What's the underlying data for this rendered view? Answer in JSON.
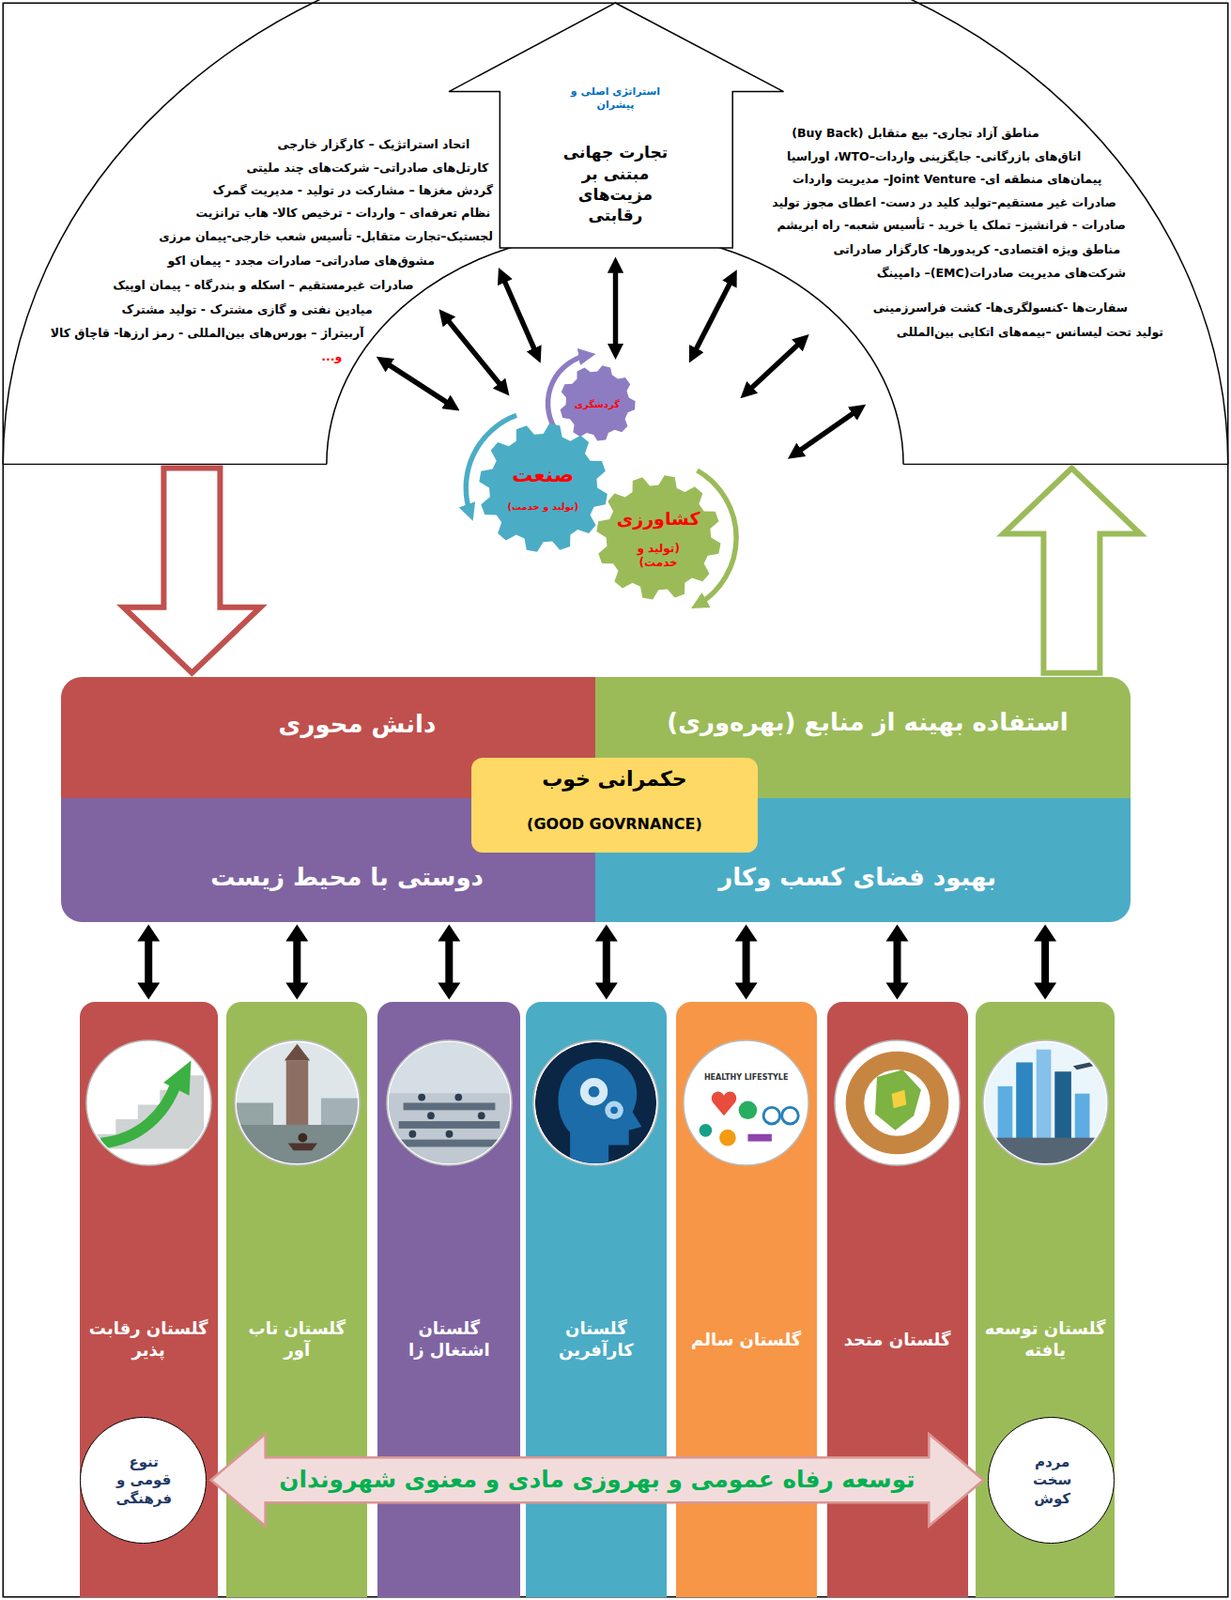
{
  "diagram": {
    "nodes": [
      {
        "text": [
          "مناطق آزاد تجاری- بیع متقابل (Buy Back)",
          "اتاق‌های بازرگانی- جایگزینی واردات–WTO، اوراسیا",
          "پیمان‌های منطقه ای- Joint Venture– مدیریت واردات",
          "صادرات غیر مستقیم–تولید کلید در دست- اعطای مجوز تولید",
          "صادرات - فرانشیز– تملک یا خرید - تأسیس شعبه- راه ابریشم",
          "مناطق ویژه اقتصادی- کریدورها- کارگزار صادراتی",
          "شرکت‌های مدیریت صادرات(EMC)– دامپینگ",
          "سفارت‌ها -کنسولگری‌ها- کشت فراسرزمینی",
          "تولید تحت لیسانس –بیمه‌های اتکایی بین‌المللی",
          "اتحاد استراتژیک – کارگزار خارجی",
          "کارتل‌های صادراتی– شرکت‌های چند ملیتی",
          "گردش مغزها – مشارکت در تولید - مدیریت گمرک",
          "نظام تعرفه‌ای – واردات - ترخیص کالا- هاب ترانزیت",
          "لجستیک–تجارت متقابل- تأسیس شعب خارجی-پیمان مرزی",
          "مشوق‌های صادراتی– صادرات مجدد - پیمان اکو",
          "صادرات غیرمستقیم – اسکله و بندرگاه - پیمان اوپیک",
          "میادین نفتی و گازی مشترک - تولید مشترک",
          "آربیتراژ – بورس‌های بین‌المللی - رمز ارزها- قاچاق کالا",
          "و..."
        ]
      },
      {
        "text": [
          "استراتژی اصلی و پیشران",
          "تجارت جهانی مبتنی بر مزیت‌های رقابتی"
        ],
        "in": 0
      },
      {
        "text": [
          "گردشگری"
        ]
      },
      {
        "text": [
          "صنعت",
          "(تولید و خدمت)"
        ]
      },
      {
        "text": [
          "کشاورزی",
          "(تولید و خدمت)"
        ]
      },
      {
        "text": [
          "استفاده بهینه از منابع (بهره‌وری)"
        ]
      },
      {
        "text": [
          "دانش محوری"
        ]
      },
      {
        "text": [
          "حکمرانی خوب",
          "(GOOD GOVRNANCE)"
        ]
      },
      {
        "text": [
          "بهبود فضای کسب وکار"
        ]
      },
      {
        "text": [
          "دوستی با محیط زیست"
        ]
      },
      {
        "text": [
          "گلستان توسعه یافته"
        ]
      },
      {
        "text": [
          "گلستان متحد"
        ]
      },
      {
        "text": [
          "گلستان سالم"
        ]
      },
      {
        "text": [
          "گلستان کارآفرین"
        ]
      },
      {
        "text": [
          "گلستان اشتغال زا"
        ]
      },
      {
        "text": [
          "گلستان تاب آور"
        ]
      },
      {
        "text": [
          "گلستان رقابت پذیر"
        ]
      },
      {
        "text": [
          "مردم سخت کوش"
        ]
      },
      {
        "text": [
          "تنوع قومی و فرهنگی"
        ]
      }
    ],
    "edges": [
      {
        "from": 0,
        "to": 6,
        "arrow": "to"
      },
      {
        "from": 5,
        "to": 0,
        "arrow": "to"
      },
      {
        "from": 8,
        "to": 10,
        "arrow": "both"
      },
      {
        "from": 8,
        "to": 11,
        "arrow": "both"
      },
      {
        "from": 8,
        "to": 12,
        "arrow": "both"
      },
      {
        "from": 8,
        "to": 13,
        "arrow": "both"
      },
      {
        "from": 9,
        "to": 14,
        "arrow": "both"
      },
      {
        "from": 9,
        "to": 15,
        "arrow": "both"
      },
      {
        "from": 9,
        "to": 16,
        "arrow": "both"
      },
      {
        "from": 17,
        "to": 18,
        "label": "توسعه رفاه عمومی و بهروزی مادی و معنوی شهروندان",
        "arrow": "both"
      }
    ],
    "labels": [
      "HEALTHY LIFESTYLE"
    ]
  }
}
